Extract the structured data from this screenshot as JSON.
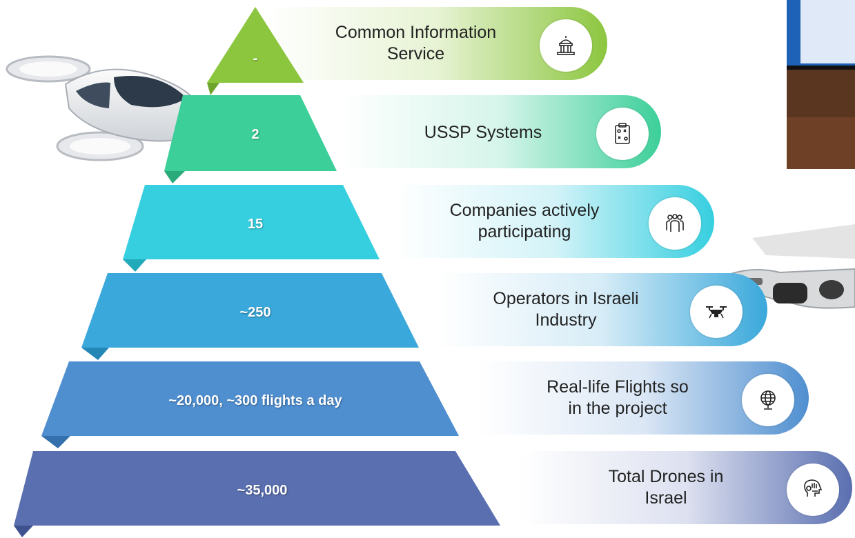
{
  "tiers": [
    {
      "value": "-",
      "label_line1": "Common Information",
      "label_line2": "Service",
      "icon": "capitol-building-icon",
      "color": "#8cc63f"
    },
    {
      "value": "2",
      "label_line1": "USSP Systems",
      "label_line2": "",
      "icon": "clipboard-strategy-icon",
      "color": "#3ccf9a"
    },
    {
      "value": "15",
      "label_line1": "Companies actively",
      "label_line2": "participating",
      "icon": "people-group-icon",
      "color": "#36cfe0"
    },
    {
      "value": "~250",
      "label_line1": "Operators in Israeli",
      "label_line2": "Industry",
      "icon": "drone-icon",
      "color": "#3aa8db"
    },
    {
      "value": "~20,000, ~300 flights a day",
      "label_line1": "Real-life Flights so",
      "label_line2": "in the project",
      "icon": "globe-icon",
      "color": "#4f8fd0"
    },
    {
      "value": "~35,000",
      "label_line1": "Total Drones in",
      "label_line2": "Israel",
      "icon": "circuit-head-icon",
      "color": "#5a6fb0"
    }
  ]
}
